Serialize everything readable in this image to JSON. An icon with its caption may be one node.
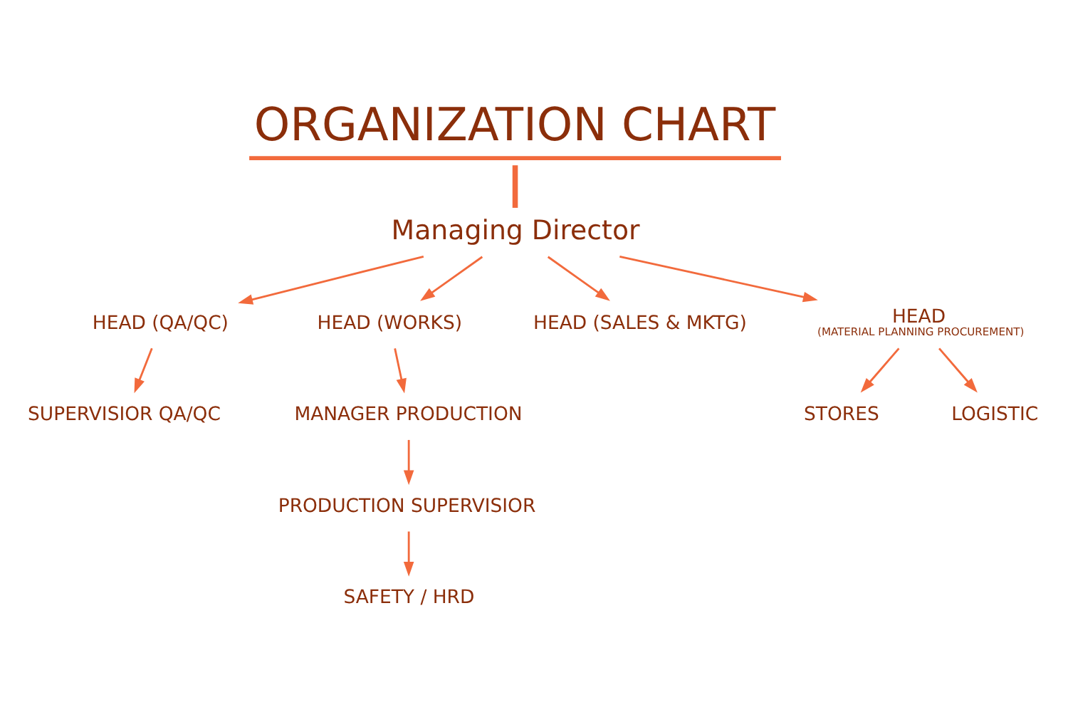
{
  "diagram": {
    "nodes": [
      {
        "text": [
          "ORGANIZATION CHART"
        ]
      },
      {
        "text": [
          "Managing Director"
        ]
      },
      {
        "text": [
          "HEAD (QA/QC)"
        ]
      },
      {
        "text": [
          "HEAD (WORKS)"
        ]
      },
      {
        "text": [
          "HEAD (SALES & MKTG)"
        ]
      },
      {
        "text": [
          "HEAD",
          "(MATERIAL PLANNING PROCUREMENT)"
        ]
      },
      {
        "text": [
          "SUPERVISIOR QA/QC"
        ]
      },
      {
        "text": [
          "MANAGER PRODUCTION"
        ]
      },
      {
        "text": [
          "PRODUCTION SUPERVISIOR"
        ]
      },
      {
        "text": [
          "SAFETY / HRD"
        ]
      },
      {
        "text": [
          "STORES"
        ]
      },
      {
        "text": [
          "LOGISTIC"
        ]
      }
    ],
    "edges": [
      {
        "from": 0,
        "to": 1,
        "arrow": "none",
        "style": "thick"
      },
      {
        "from": 1,
        "to": 2,
        "arrow": "to"
      },
      {
        "from": 1,
        "to": 3,
        "arrow": "to"
      },
      {
        "from": 1,
        "to": 4,
        "arrow": "to"
      },
      {
        "from": 1,
        "to": 5,
        "arrow": "to"
      },
      {
        "from": 2,
        "to": 6,
        "arrow": "to"
      },
      {
        "from": 3,
        "to": 7,
        "arrow": "to"
      },
      {
        "from": 7,
        "to": 8,
        "arrow": "to"
      },
      {
        "from": 8,
        "to": 9,
        "arrow": "to"
      },
      {
        "from": 5,
        "to": 10,
        "arrow": "to"
      },
      {
        "from": 5,
        "to": 11,
        "arrow": "to"
      }
    ]
  }
}
